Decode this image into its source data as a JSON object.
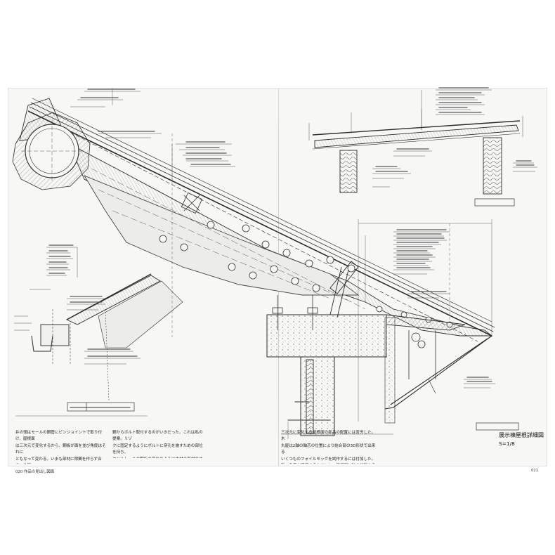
{
  "page": {
    "paper_color": "#f7f7f5",
    "ink_color": "#2b2b2b",
    "section_tint": "#dcdcd8"
  },
  "drawing": {
    "detail_title": "展示棟屋根詳細図",
    "detail_scale": "S=1/8"
  },
  "text": {
    "left_col_1": "井の頭はモールの鋼管にピンジョイントで取り付け、屋根面\nは三次元で変化するから、鋼板が面を並び角度はそれに\nともなって変わる。いまも部材に隙間を作らず合う。外周\nは位置を決めるのに施作図の検討が行われた。\n裏返材をくわえながら屋根方向の先端、雨どい",
    "left_col_2": "鋼からボルト取付するのがいきだった。これは私の提案。リゾ\nクに固定するようにボルトに穿孔を施すための部位を持ち、\nヤハルし、この鋼板の部位のように木材の部材やオ、フオロの立面\nをなだらかにのみ直感がなく建物屋根の割付を、新たな直接性。",
    "right_col_1": "三次元に変化する屋根面の部品の配置には苦労した。木\n丸屋は2軸の軸芯の位置により結合部の3D形状で出来る\nいくつものフォイルモックを試作するには付加した。\n新一角度を確保するためにし、屋根面に防水処置をそこを試\nみている。中部屋の照明からテント等を仕込んでいる。"
  },
  "folio": {
    "left": "020  作品の見出し図面",
    "right": "021"
  }
}
